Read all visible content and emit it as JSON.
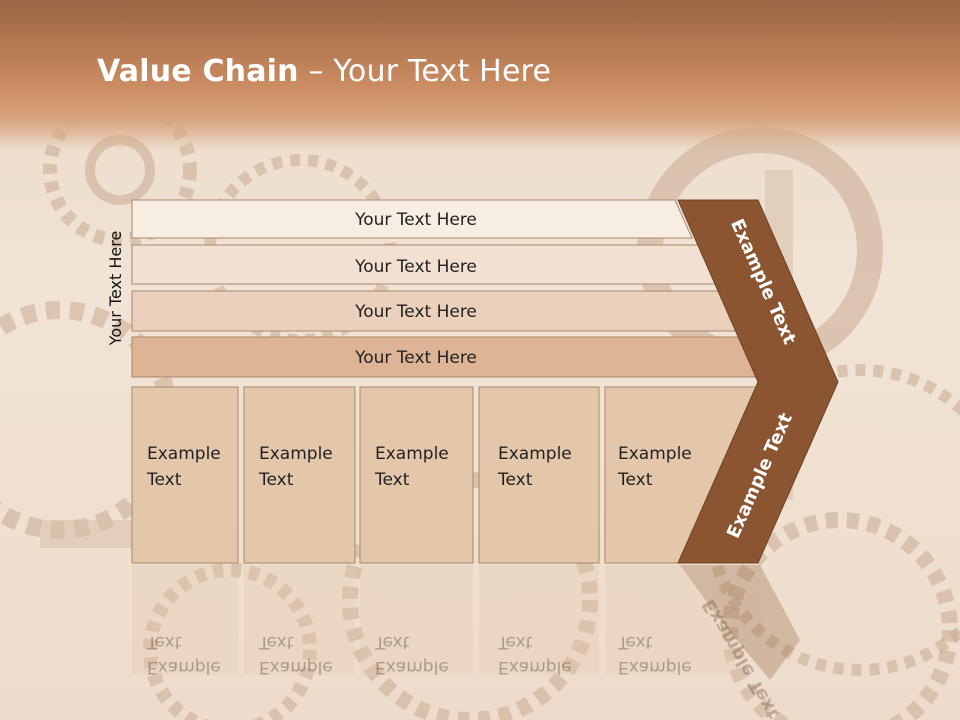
{
  "slide": {
    "title_bold": "Value Chain",
    "title_rest": " – Your Text Here"
  },
  "diagram": {
    "side_label": "Your Text Here",
    "rows": [
      {
        "label": "Your Text Here",
        "fill": "#f8ede3"
      },
      {
        "label": "Your Text Here",
        "fill": "#f2e1d2"
      },
      {
        "label": "Your Text Here",
        "fill": "#ebd1bc"
      },
      {
        "label": "Your Text Here",
        "fill": "#ddb596"
      }
    ],
    "columns": [
      {
        "line1": "Example",
        "line2": "Text"
      },
      {
        "line1": "Example",
        "line2": "Text"
      },
      {
        "line1": "Example",
        "line2": "Text"
      },
      {
        "line1": "Example",
        "line2": "Text"
      },
      {
        "line1": "Example",
        "line2": "Text"
      }
    ],
    "chevron_top": "Example Text",
    "chevron_bottom": "Example Text",
    "colors": {
      "chevron": "#8a5530",
      "column_fill": "#e4c7aa",
      "border": "#a9876b"
    }
  }
}
